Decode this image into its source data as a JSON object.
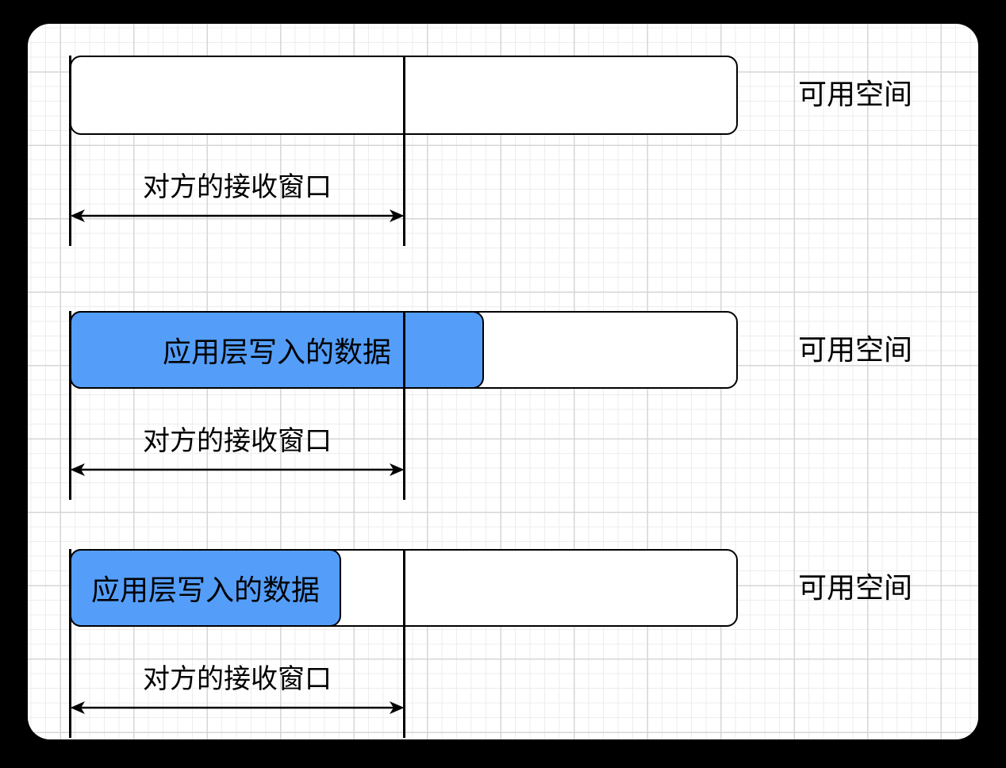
{
  "colors": {
    "background": "#000000",
    "canvas_fill": "#FFFFFF",
    "grid_minor": "#EDEDED",
    "grid_major": "#D6D6D6",
    "stroke": "#000000",
    "data_fill": "#549EFA",
    "text": "#000000"
  },
  "rows": [
    {
      "available_label": "可用空间",
      "window_label": "对方的接收窗口"
    },
    {
      "available_label": "可用空间",
      "window_label": "对方的接收窗口",
      "data_label": "应用层写入的数据"
    },
    {
      "available_label": "可用空间",
      "window_label": "对方的接收窗口",
      "data_label": "应用层写入的数据"
    }
  ]
}
